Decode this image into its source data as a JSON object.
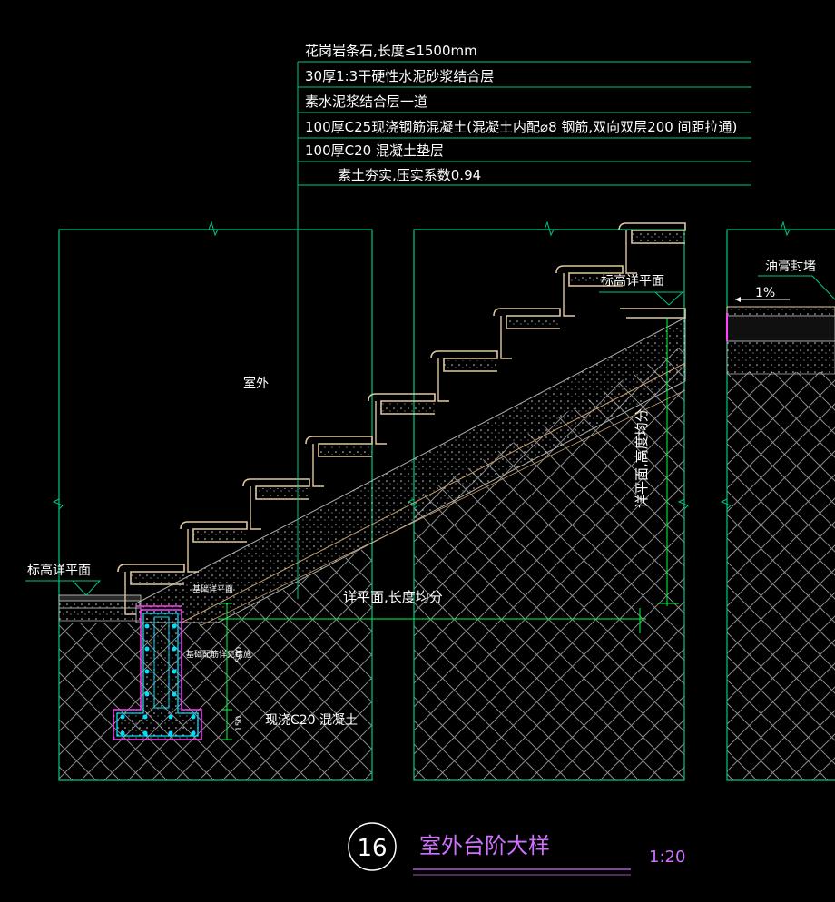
{
  "layers": [
    "花岗岩条石,长度≤1500mm",
    "30厚1:3干硬性水泥砂浆结合层",
    "素水泥浆结合层一道",
    "100厚C25现浇钢筋混凝土(混凝土内配⌀8 钢筋,双向双层200 间距拉通)",
    "100厚C20 混凝土垫层",
    "素土夯实,压实系数0.94"
  ],
  "labels": {
    "outdoor": "室外",
    "elev_left": "标高详平面",
    "elev_right": "标高详平面",
    "horizontal_note": "详平面,长度均分",
    "vertical_note": "详平面,高度均分",
    "oil_seal": "油膏封堵",
    "slope": "1%",
    "concrete": "现浇C20  混凝土",
    "dim_500": "500",
    "dim_150": "150",
    "small_note_1": "基础详平面",
    "small_note_2": "基础配筋详见结施"
  },
  "title": {
    "number": "16",
    "text": "室外台阶大样",
    "scale": "1:20"
  },
  "colors": {
    "background": "#000000",
    "frame": "#00c880",
    "hatch": "#a8a8a8",
    "step": "#e0c8a0",
    "rebar": "#00e0ff",
    "magenta": "#ff40ff",
    "title": "#d070ff",
    "dim": "#00ff40"
  }
}
